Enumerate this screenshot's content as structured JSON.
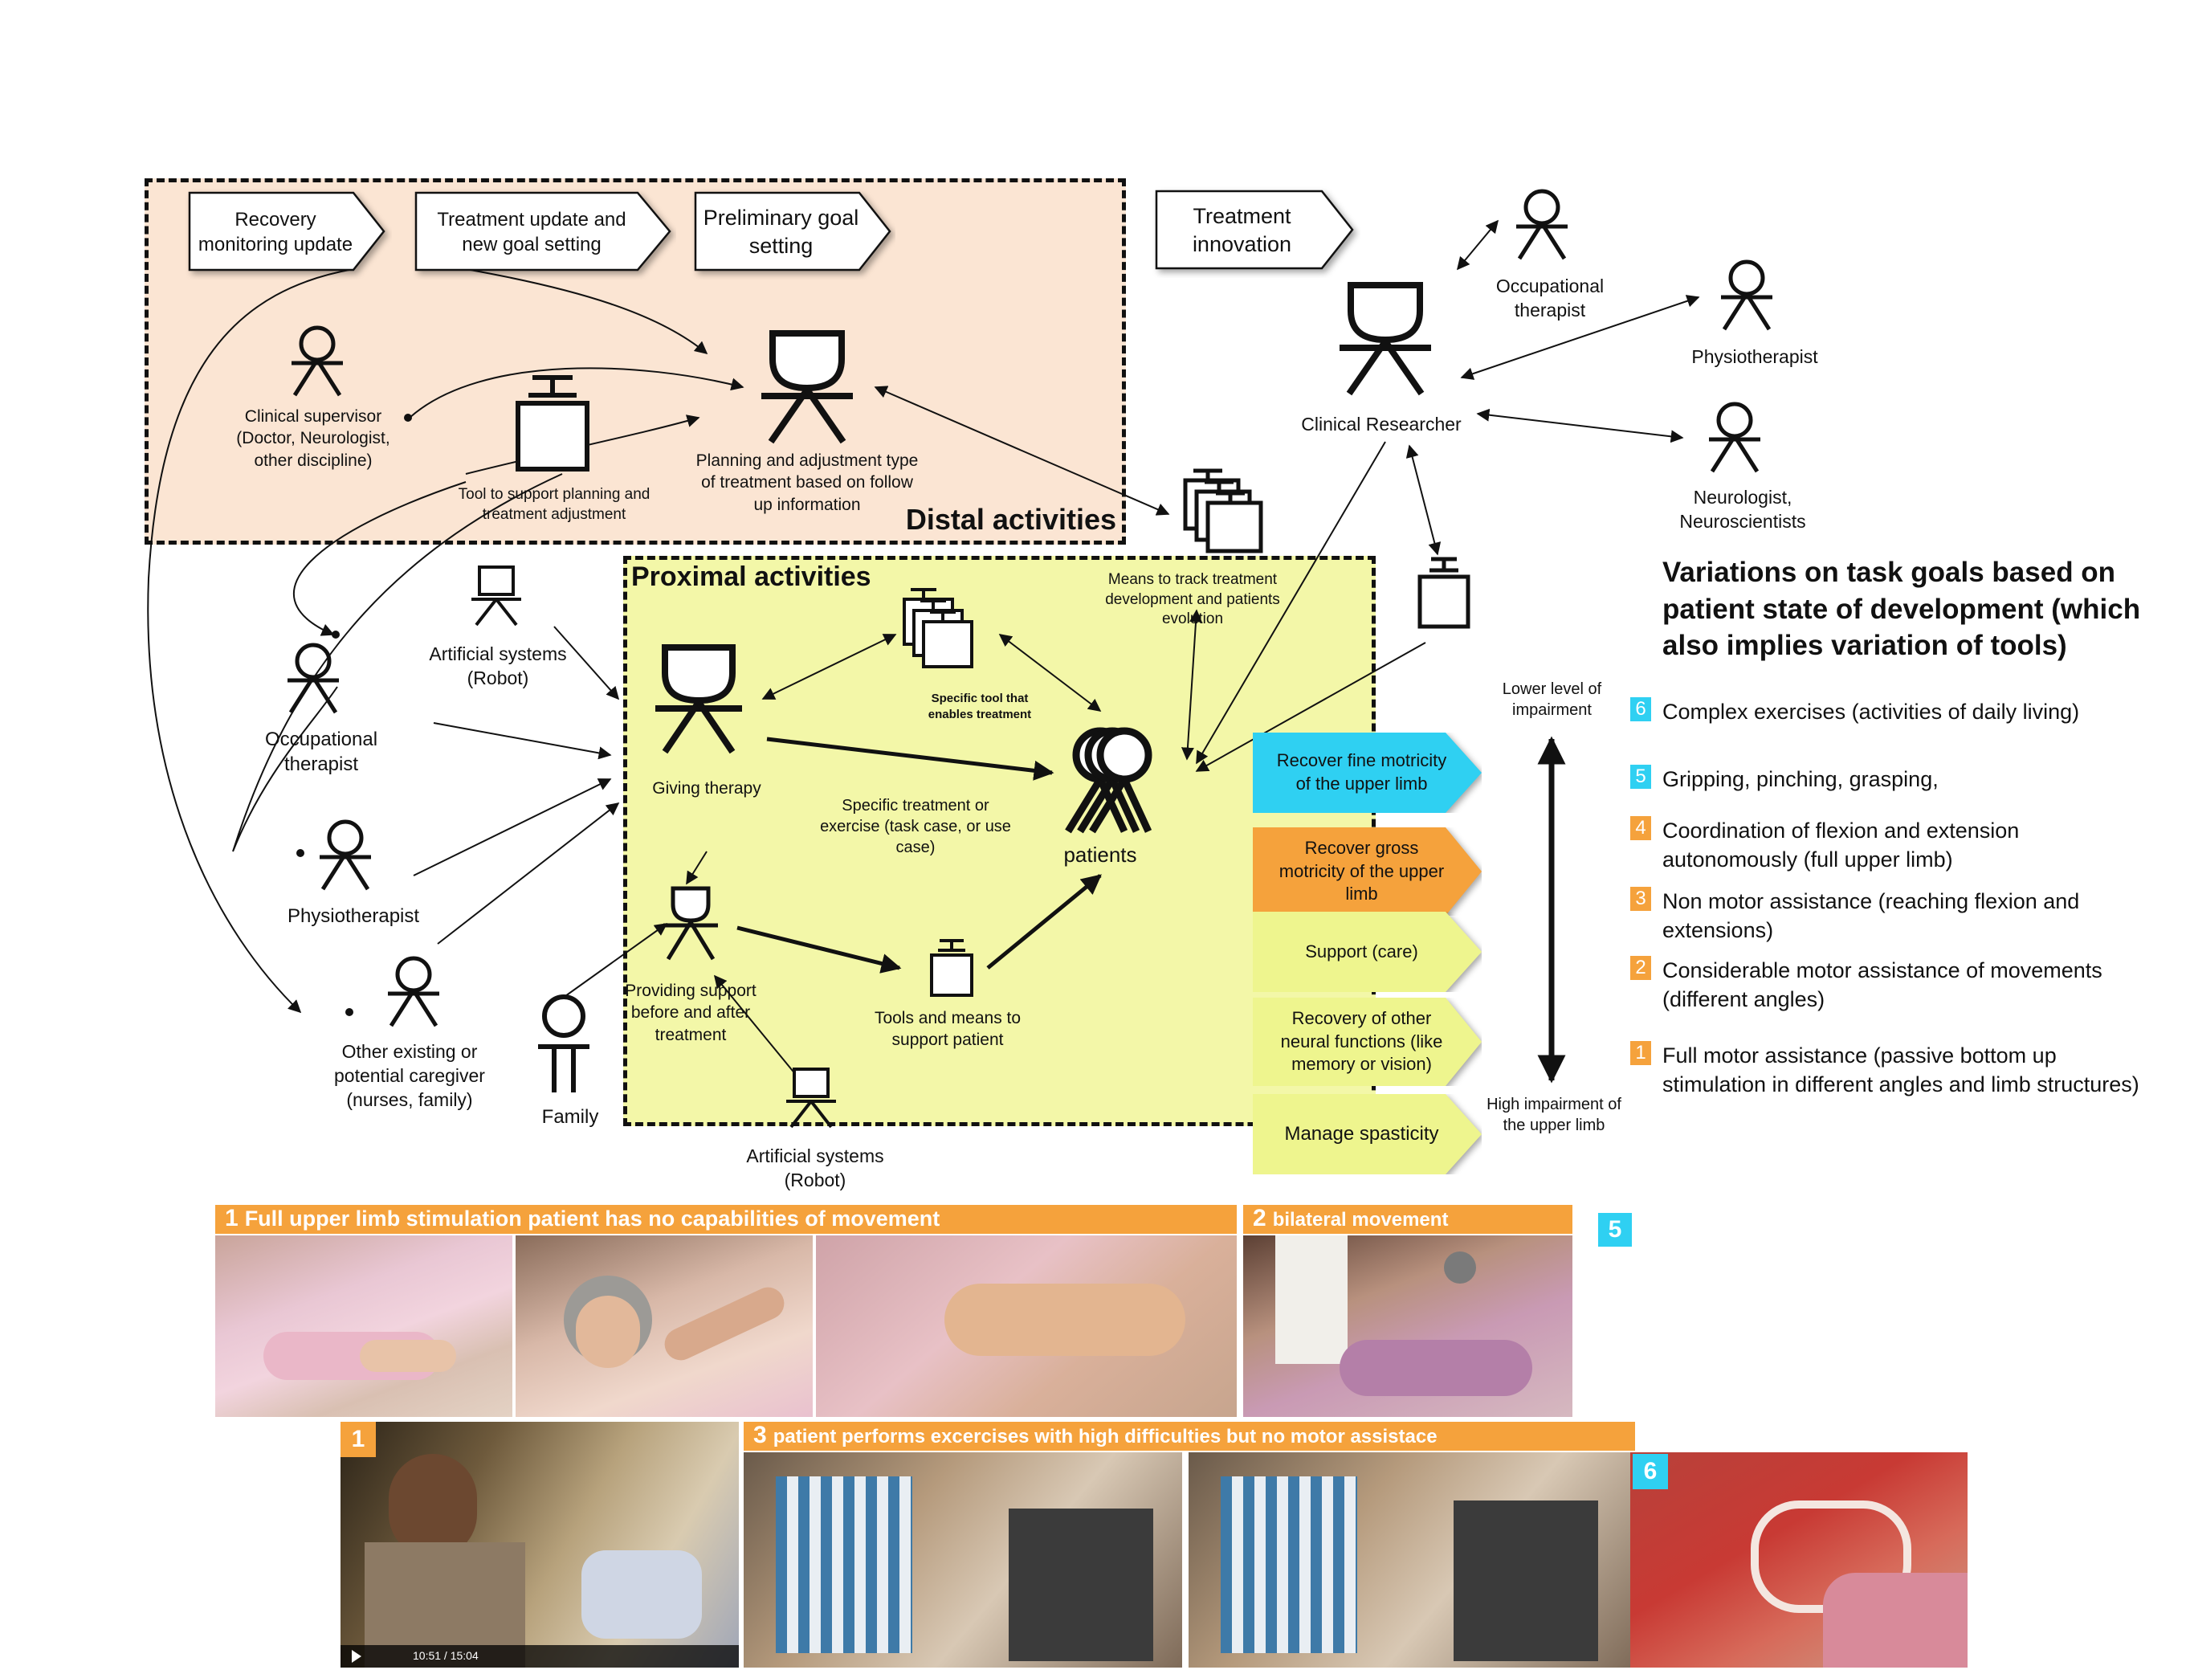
{
  "colors": {
    "distal_bg": "#fbe5d3",
    "proximal_bg": "#f3f7a8",
    "cyan": "#2fd0f2",
    "orange": "#f5a23c",
    "light_yellow": "#eef58e",
    "strip_orange": "#f5a23c"
  },
  "zones": {
    "distal": "Distal activities",
    "proximal": "Proximal activities"
  },
  "process": {
    "recovery": "Recovery monitoring update",
    "treatment_update": "Treatment update and new goal setting",
    "preliminary": "Preliminary goal setting",
    "innovation": "Treatment innovation"
  },
  "actors": {
    "clinical_supervisor": "Clinical supervisor (Doctor, Neurologist, other discipline)",
    "tool_planning": "Tool to support planning and treatment adjustment",
    "planning": "Planning and adjustment type of treatment based on follow up information",
    "artificial_top": "Artificial systems (Robot)",
    "occupational_left": "Occupational therapist",
    "physio_left": "Physiotherapist",
    "other_caregiver": "Other existing or potential caregiver (nurses, family)",
    "family": "Family",
    "giving_therapy": "Giving therapy",
    "specific_tool": "Specific tool that enables treatment",
    "specific_treatment": "Specific treatment or exercise (task case, or use case)",
    "patients": "patients",
    "providing_support": "Providing support before and after treatment",
    "tools_support": "Tools and means to support patient",
    "artificial_bottom": "Artificial systems (Robot)",
    "means_track": "Means to track treatment development and patients evolution",
    "clinical_researcher": "Clinical Researcher",
    "occupational_right": "Occupational therapist",
    "physio_right": "Physiotherapist",
    "neurologist": "Neurologist, Neuroscientists"
  },
  "goals": [
    {
      "label": "Recover fine motricity of the upper limb",
      "color": "#2fd0f2"
    },
    {
      "label": "Recover gross motricity of the upper limb",
      "color": "#f5a23c"
    },
    {
      "label": "Support (care)",
      "color": "#eef58e"
    },
    {
      "label": "Recovery of other neural functions (like memory or vision)",
      "color": "#eef58e"
    },
    {
      "label": "Manage spasticity",
      "color": "#eef58e"
    }
  ],
  "scale": {
    "top": "Lower level of impairment",
    "bottom": "High impairment of the upper limb"
  },
  "variations": {
    "title": "Variations on task goals based on patient state of development (which also implies variation of tools)",
    "items": [
      {
        "num": "6",
        "text": "Complex exercises (activities of daily living)",
        "color": "#2fd0f2"
      },
      {
        "num": "5",
        "text": "Gripping, pinching, grasping,",
        "color": "#2fd0f2"
      },
      {
        "num": "4",
        "text": "Coordination of flexion and extension autonomously (full upper limb)",
        "color": "#f5a23c"
      },
      {
        "num": "3",
        "text": "Non motor assistance (reaching flexion and extensions)",
        "color": "#f5a23c"
      },
      {
        "num": "2",
        "text": "Considerable motor assistance of movements (different angles)",
        "color": "#f5a23c"
      },
      {
        "num": "1",
        "text": "Full motor assistance (passive bottom up stimulation in different angles and limb structures)",
        "color": "#f5a23c"
      }
    ]
  },
  "photos": {
    "strip1_num": "1",
    "strip1": "Full upper limb stimulation patient has no capabilities of movement",
    "strip2_num": "2",
    "strip2": "bilateral movement",
    "badge5": "5",
    "badge1": "1",
    "strip3_num": "3",
    "strip3": "patient performs excercises with high difficulties but no motor assistace",
    "badge6": "6",
    "video_time": "10:51 / 15:04"
  }
}
